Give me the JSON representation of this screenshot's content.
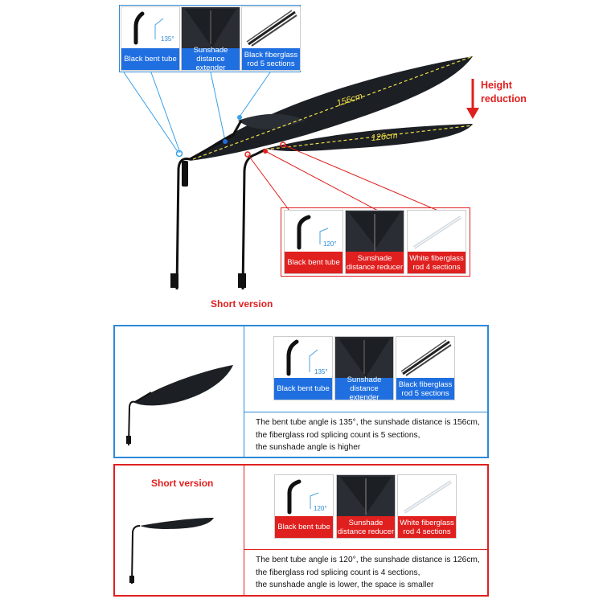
{
  "diagram": {
    "dimension_long": "156cm",
    "dimension_short": "126cm",
    "height_label": "Height reduction",
    "short_version_title": "Short version"
  },
  "long_callouts": [
    {
      "label": "Black bent tube",
      "angle": "135°"
    },
    {
      "label": "Sunshade distance extender"
    },
    {
      "label": "Black fiberglass rod 5 sections"
    }
  ],
  "short_callouts": [
    {
      "label": "Black bent tube",
      "angle": "120°"
    },
    {
      "label": "Sunshade distance reducer"
    },
    {
      "label": "White fiberglass rod 4 sections"
    }
  ],
  "panel_long": {
    "parts": [
      {
        "label": "Black bent tube",
        "angle": "135°"
      },
      {
        "label": "Sunshade distance extender"
      },
      {
        "label": "Black fiberglass rod 5 sections"
      }
    ],
    "lines": [
      "The bent tube angle is 135°,  the sunshade distance is 156cm,",
      "the fiberglass rod splicing count is 5 sections,",
      "the sunshade angle is higher"
    ]
  },
  "panel_short": {
    "title": "Short version",
    "parts": [
      {
        "label": "Black bent tube",
        "angle": "120°"
      },
      {
        "label": "Sunshade distance reducer"
      },
      {
        "label": "White fiberglass rod 4 sections"
      }
    ],
    "lines": [
      "The bent tube angle is 120°,  the sunshade distance is 126cm,",
      "the fiberglass rod splicing count is 4 sections,",
      "the sunshade angle is lower, the space is smaller"
    ]
  },
  "colors": {
    "blue": "#1f6fe0",
    "red": "#e0201f",
    "shade": "#1c1f24",
    "dimension": "#f2e24a"
  }
}
